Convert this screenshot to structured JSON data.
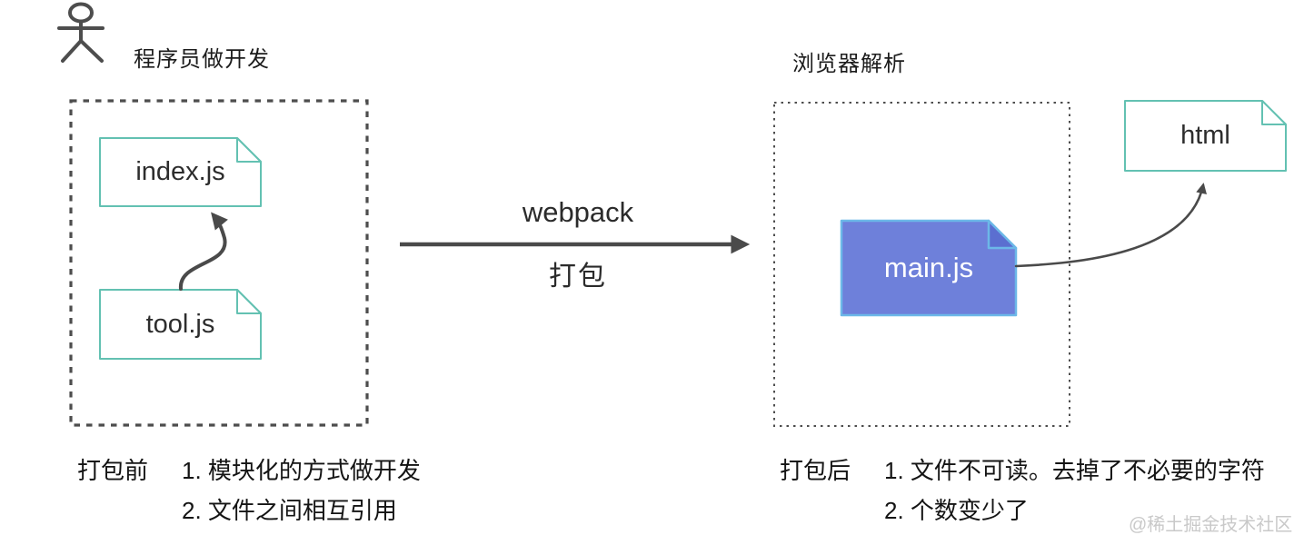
{
  "diagram": {
    "left": {
      "actor_icon": "stick-figure-person",
      "section_label": "程序员做开发",
      "files": {
        "index": "index.js",
        "tool": "tool.js"
      }
    },
    "center": {
      "tool_name": "webpack",
      "action": "打包"
    },
    "right": {
      "section_label": "浏览器解析",
      "files": {
        "main": "main.js",
        "html": "html"
      }
    },
    "notes": {
      "before": {
        "title": "打包前",
        "items": [
          "1. 模块化的方式做开发",
          "2. 文件之间相互引用"
        ]
      },
      "after": {
        "title": "打包后",
        "items": [
          "1. 文件不可读。去掉了不必要的字符",
          "2. 个数变少了"
        ]
      }
    },
    "watermark": "@稀土掘金技术社区",
    "colors": {
      "file_border": "#63c1b2",
      "bundle_fill": "#6e80da",
      "bundle_border": "#6cb8e8",
      "bundle_fold": "#5b6fd0",
      "line": "#4a4a4a",
      "dashed_box": "#4d4d4d",
      "text": "#1c1c1c",
      "watermark": "#c9c9c9"
    }
  }
}
